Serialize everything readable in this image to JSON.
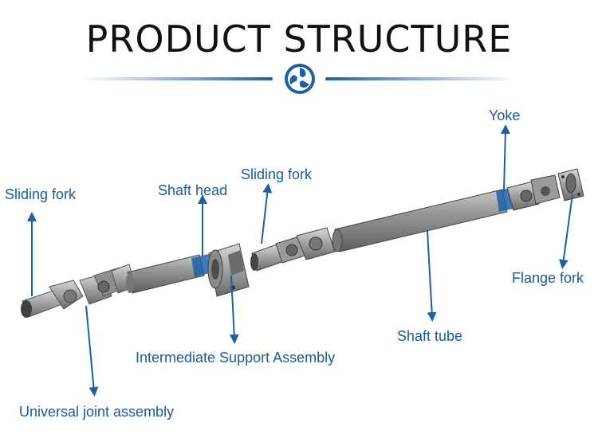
{
  "title": "PRODUCT STRUCTURE",
  "accent_color": "#1f5fa8",
  "label_color": "#1a5a9e",
  "logo_icon": "tri-blade-swirl-icon",
  "labels": {
    "sliding_fork_left": "Sliding fork",
    "shaft_head": "Shaft head",
    "sliding_fork_mid": "Sliding fork",
    "yoke": "Yoke",
    "flange_fork": "Flange fork",
    "shaft_tube": "Shaft tube",
    "intermediate_support": "Intermediate Support Assembly",
    "universal_joint": "Universal joint assembly"
  }
}
